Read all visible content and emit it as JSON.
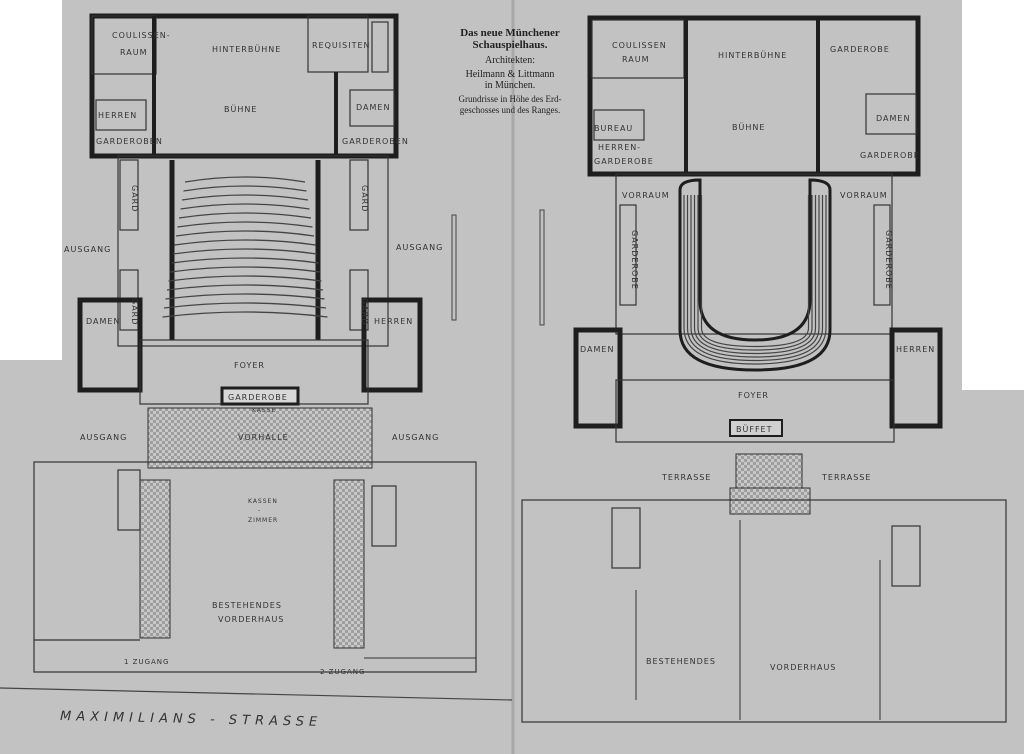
{
  "caption": {
    "title_line1": "Das neue Münchener",
    "title_line2": "Schauspielhaus.",
    "architects_label": "Architekten:",
    "architects": "Heilmann & Littmann",
    "location": "in München.",
    "desc_line1": "Grundrisse in Höhe des Erd-",
    "desc_line2": "geschosses und des Ranges."
  },
  "ground_floor": {
    "coulissen": "COULISSEN-",
    "raum": "RAUM",
    "hinterbuehne": "HINTERBÜHNE",
    "requisiten": "REQUISITEN",
    "buehne": "BÜHNE",
    "herren": "HERREN",
    "garderoben_left": "GARDEROBEN",
    "damen_top": "DAMEN",
    "garderoben_right": "GARDEROBEN",
    "gard": "GARD",
    "ausgang": "AUSGANG",
    "damen": "DAMEN",
    "herren_side": "HERREN",
    "foyer": "FOYER",
    "garderobe": "GARDEROBE",
    "kasse": "KASSE",
    "vorhalle": "VORHALLE",
    "kassen": "KASSEN",
    "dash": "-",
    "zimmer": "ZIMMER",
    "bestehendes": "BESTEHENDES",
    "vorderhaus": "VORDERHAUS",
    "zugang1": "1 ZUGANG",
    "zugang2": "2 ZUGANG",
    "street": "MAXIMILIANS  -  STRASSE"
  },
  "upper_floor": {
    "coulissen": "COULISSEN",
    "raum": "RAUM",
    "hinterbuehne": "HINTERBÜHNE",
    "garderobe_top": "GARDEROBE",
    "bureau": "BUREAU",
    "herren": "HERREN-",
    "garderobe_left": "GARDEROBE",
    "buehne": "BÜHNE",
    "damen_top": "DAMEN",
    "garderobe_right": "GARDEROBE",
    "vorraum": "VORRAUM",
    "garderobe_side": "GARDEROBE",
    "damen": "DAMEN",
    "herren_side": "HERREN",
    "foyer": "FOYER",
    "bueffet": "BÜFFET",
    "terrasse": "TERRASSE",
    "bestehendes": "BESTEHENDES",
    "vorderhaus": "VORDERHAUS"
  },
  "colors": {
    "paper": "#c2c2c2",
    "ink": "#1e1e1e"
  }
}
